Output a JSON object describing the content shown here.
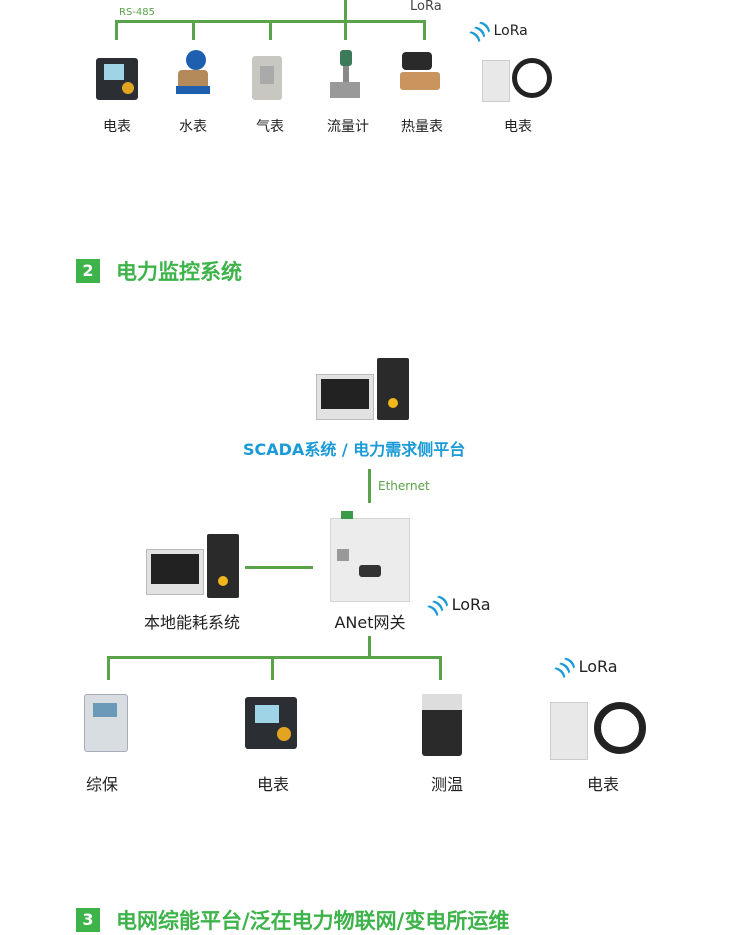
{
  "top_section": {
    "top_lora_partial": "LoRa",
    "bus_label": "RS-485",
    "lora_label": "LoRa",
    "devices": [
      {
        "label": "电表"
      },
      {
        "label": "水表"
      },
      {
        "label": "气表"
      },
      {
        "label": "流量计"
      },
      {
        "label": "热量表"
      },
      {
        "label": "电表"
      }
    ]
  },
  "section2": {
    "number": "2",
    "title": "电力监控系统",
    "platform_label": "SCADA系统 / 电力需求侧平台",
    "link_label": "Ethernet",
    "local_system_label": "本地能耗系统",
    "gateway_label": "ANet网关",
    "gateway_lora": "LoRa",
    "right_lora": "LoRa",
    "devices": [
      {
        "label": "综保"
      },
      {
        "label": "电表"
      },
      {
        "label": "测温"
      },
      {
        "label": "电表"
      }
    ]
  },
  "section3": {
    "number": "3",
    "title": "电网综能平台/泛在电力物联网/变电所运维"
  },
  "colors": {
    "accent_green": "#3db34a",
    "line_green": "#5aa34a",
    "lora_blue": "#1a9ad6"
  }
}
